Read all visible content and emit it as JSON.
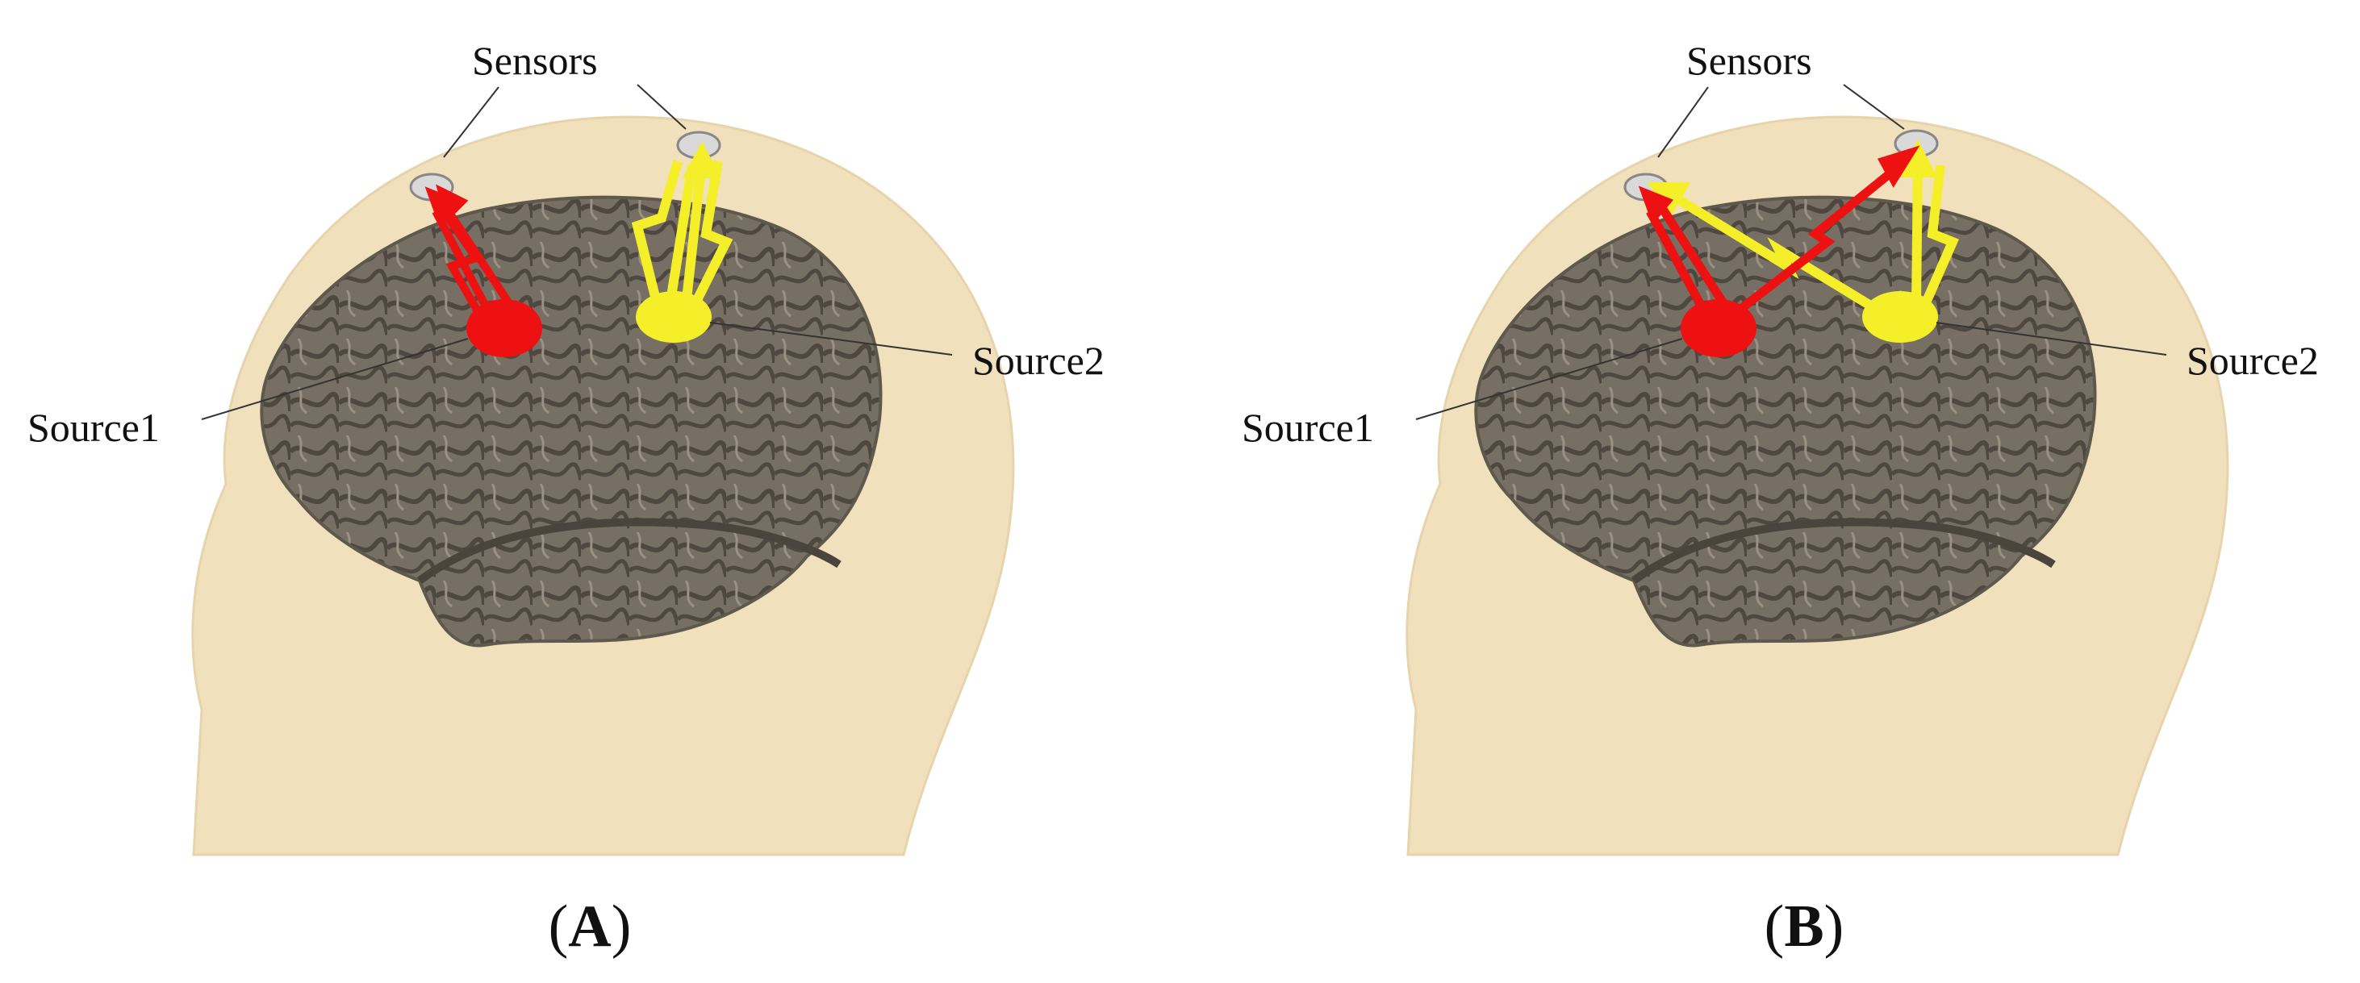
{
  "panels": [
    {
      "id": "A",
      "caption": "A",
      "labels": {
        "sensors": "Sensors",
        "source1": "Source1",
        "source2": "Source2"
      },
      "arrows": [
        {
          "from": "source1",
          "to": "sensor1",
          "color": "red"
        },
        {
          "from": "source2",
          "to": "sensor2",
          "color": "yellow"
        }
      ]
    },
    {
      "id": "B",
      "caption": "B",
      "labels": {
        "sensors": "Sensors",
        "source1": "Source1",
        "source2": "Source2"
      },
      "arrows": [
        {
          "from": "source1",
          "to": "sensor1",
          "color": "red"
        },
        {
          "from": "source1",
          "to": "sensor2",
          "color": "red"
        },
        {
          "from": "source2",
          "to": "sensor2",
          "color": "yellow"
        },
        {
          "from": "source2",
          "to": "sensor1",
          "color": "yellow"
        }
      ]
    }
  ],
  "colors": {
    "source1": "#ee1111",
    "source2": "#f5ef2a",
    "head": "#f2dfb8",
    "brain": "#7a7266",
    "sensor": "#d8d8d8"
  }
}
